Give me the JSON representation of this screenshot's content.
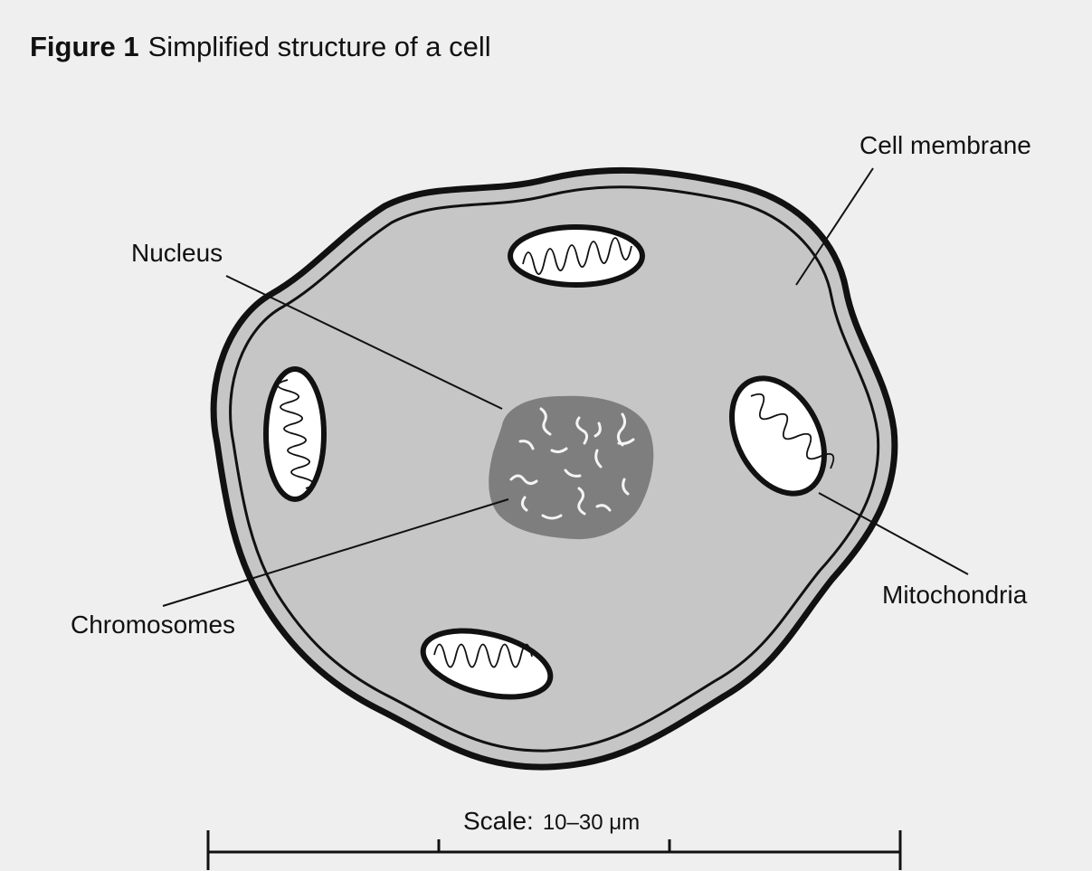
{
  "figure": {
    "number_label": "Figure 1",
    "caption": "Simplified structure of a cell"
  },
  "labels": {
    "cell_membrane": "Cell membrane",
    "nucleus": "Nucleus",
    "chromosomes": "Chromosomes",
    "mitochondria": "Mitochondria"
  },
  "scale": {
    "label": "Scale:",
    "range": "10–30 μm"
  },
  "colors": {
    "cytoplasm": "#c6c6c6",
    "nucleus": "#7e7e7e",
    "outline": "#111111",
    "mitochondria_fill": "#ffffff",
    "chromosome": "#f6f6f6"
  }
}
